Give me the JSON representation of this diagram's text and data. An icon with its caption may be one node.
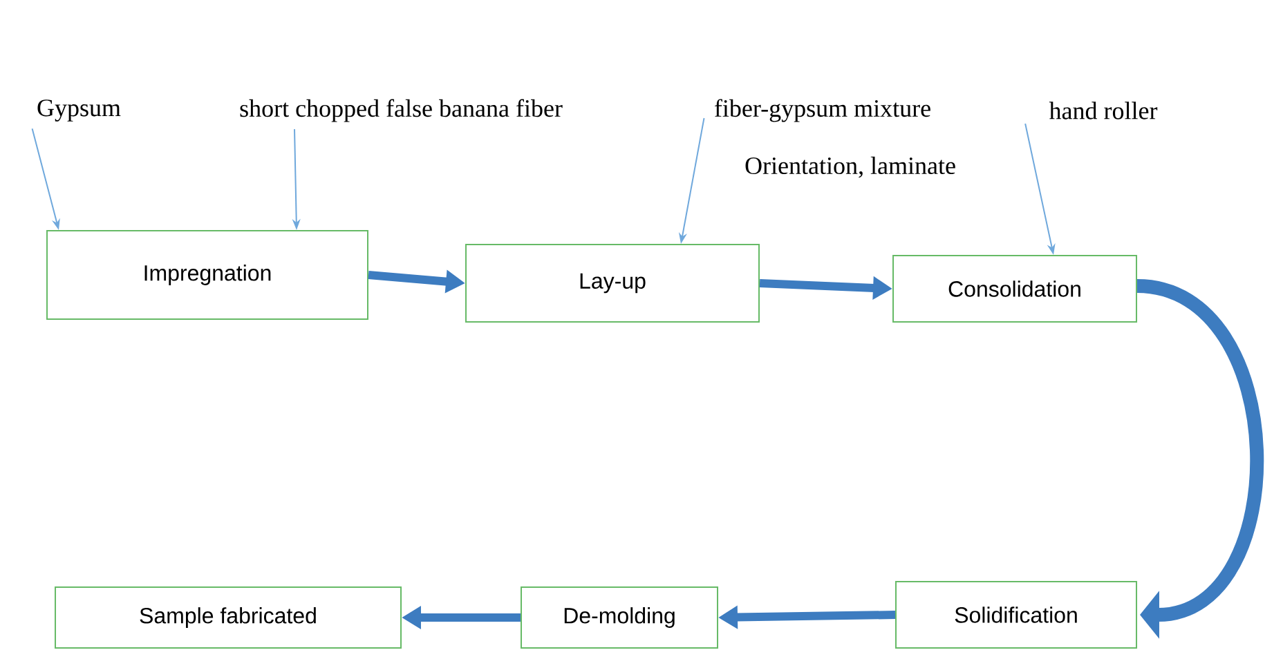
{
  "diagram": {
    "nodes": [
      {
        "text": [
          "Gypsum"
        ]
      },
      {
        "text": [
          "short chopped false banana fiber"
        ]
      },
      {
        "text": [
          "fiber-gypsum mixture"
        ]
      },
      {
        "text": [
          "hand roller"
        ]
      },
      {
        "text": [
          "Impregnation"
        ]
      },
      {
        "text": [
          "Lay-up"
        ]
      },
      {
        "text": [
          "Consolidation"
        ]
      },
      {
        "text": [
          "Solidification"
        ]
      },
      {
        "text": [
          "De-molding"
        ]
      },
      {
        "text": [
          "Sample fabricated"
        ]
      }
    ],
    "edges": [
      {
        "from": 0,
        "to": 4,
        "arrow": "to",
        "color": "#6fa8dc"
      },
      {
        "from": 1,
        "to": 4,
        "arrow": "to",
        "color": "#6fa8dc"
      },
      {
        "from": 2,
        "to": 5,
        "arrow": "to",
        "color": "#6fa8dc"
      },
      {
        "from": 3,
        "to": 6,
        "arrow": "to",
        "color": "#6fa8dc"
      },
      {
        "from": 4,
        "to": 5,
        "arrow": "to"
      },
      {
        "from": 5,
        "to": 6,
        "arrow": "to"
      },
      {
        "from": 6,
        "to": 7,
        "arrow": "to"
      },
      {
        "from": 7,
        "to": 8,
        "arrow": "to"
      },
      {
        "from": 8,
        "to": 9,
        "arrow": "to"
      }
    ],
    "labels": [
      "Orientation, laminate"
    ]
  }
}
